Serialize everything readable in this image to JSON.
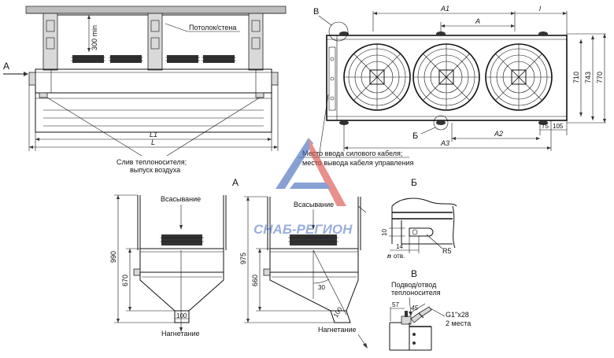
{
  "labels": {
    "view_a_arrow": "A",
    "ceiling_wall": "Потолок/стена",
    "min_300": "300 min",
    "l1": "L1",
    "l": "L",
    "drain_line1": "Слив теплоносителя;",
    "drain_line2": "выпуск воздуха",
    "view_b_callout": "В",
    "view_bb_callout": "Б",
    "a1": "A1",
    "a_dim": "A",
    "l_small": "l",
    "a2": "A2",
    "a3": "A3",
    "d710": "710",
    "d743": "743",
    "d770": "770",
    "d75": "75",
    "d105": "105",
    "cable_line1": "Место ввода силового кабеля;",
    "cable_line2": "место вывода кабеля управления",
    "view_a_title": "А",
    "suction1": "Всасывание",
    "discharge1": "Нагнетание",
    "d990": "990",
    "d670": "670",
    "d100a": "100",
    "suction2": "Всасывание",
    "discharge2": "Нагнетание",
    "d975": "975",
    "d660": "660",
    "d30": "30",
    "d100b": "100",
    "detail_b_title": "Б",
    "d10": "10",
    "d14": "14",
    "n_holes_n": "n",
    "n_holes_rest": "отв.",
    "r5": "R5",
    "detail_v_title": "В",
    "supply_line1": "Подвод/отвод",
    "supply_line2": "теплоносителя",
    "d57": "57",
    "d45": "45",
    "g1": "G1\"x28",
    "two_places": "2 места"
  },
  "watermark": {
    "text": "СНАБ-РЕГИОН",
    "color_blue": "#3a63b8",
    "color_red": "#d9473f"
  }
}
